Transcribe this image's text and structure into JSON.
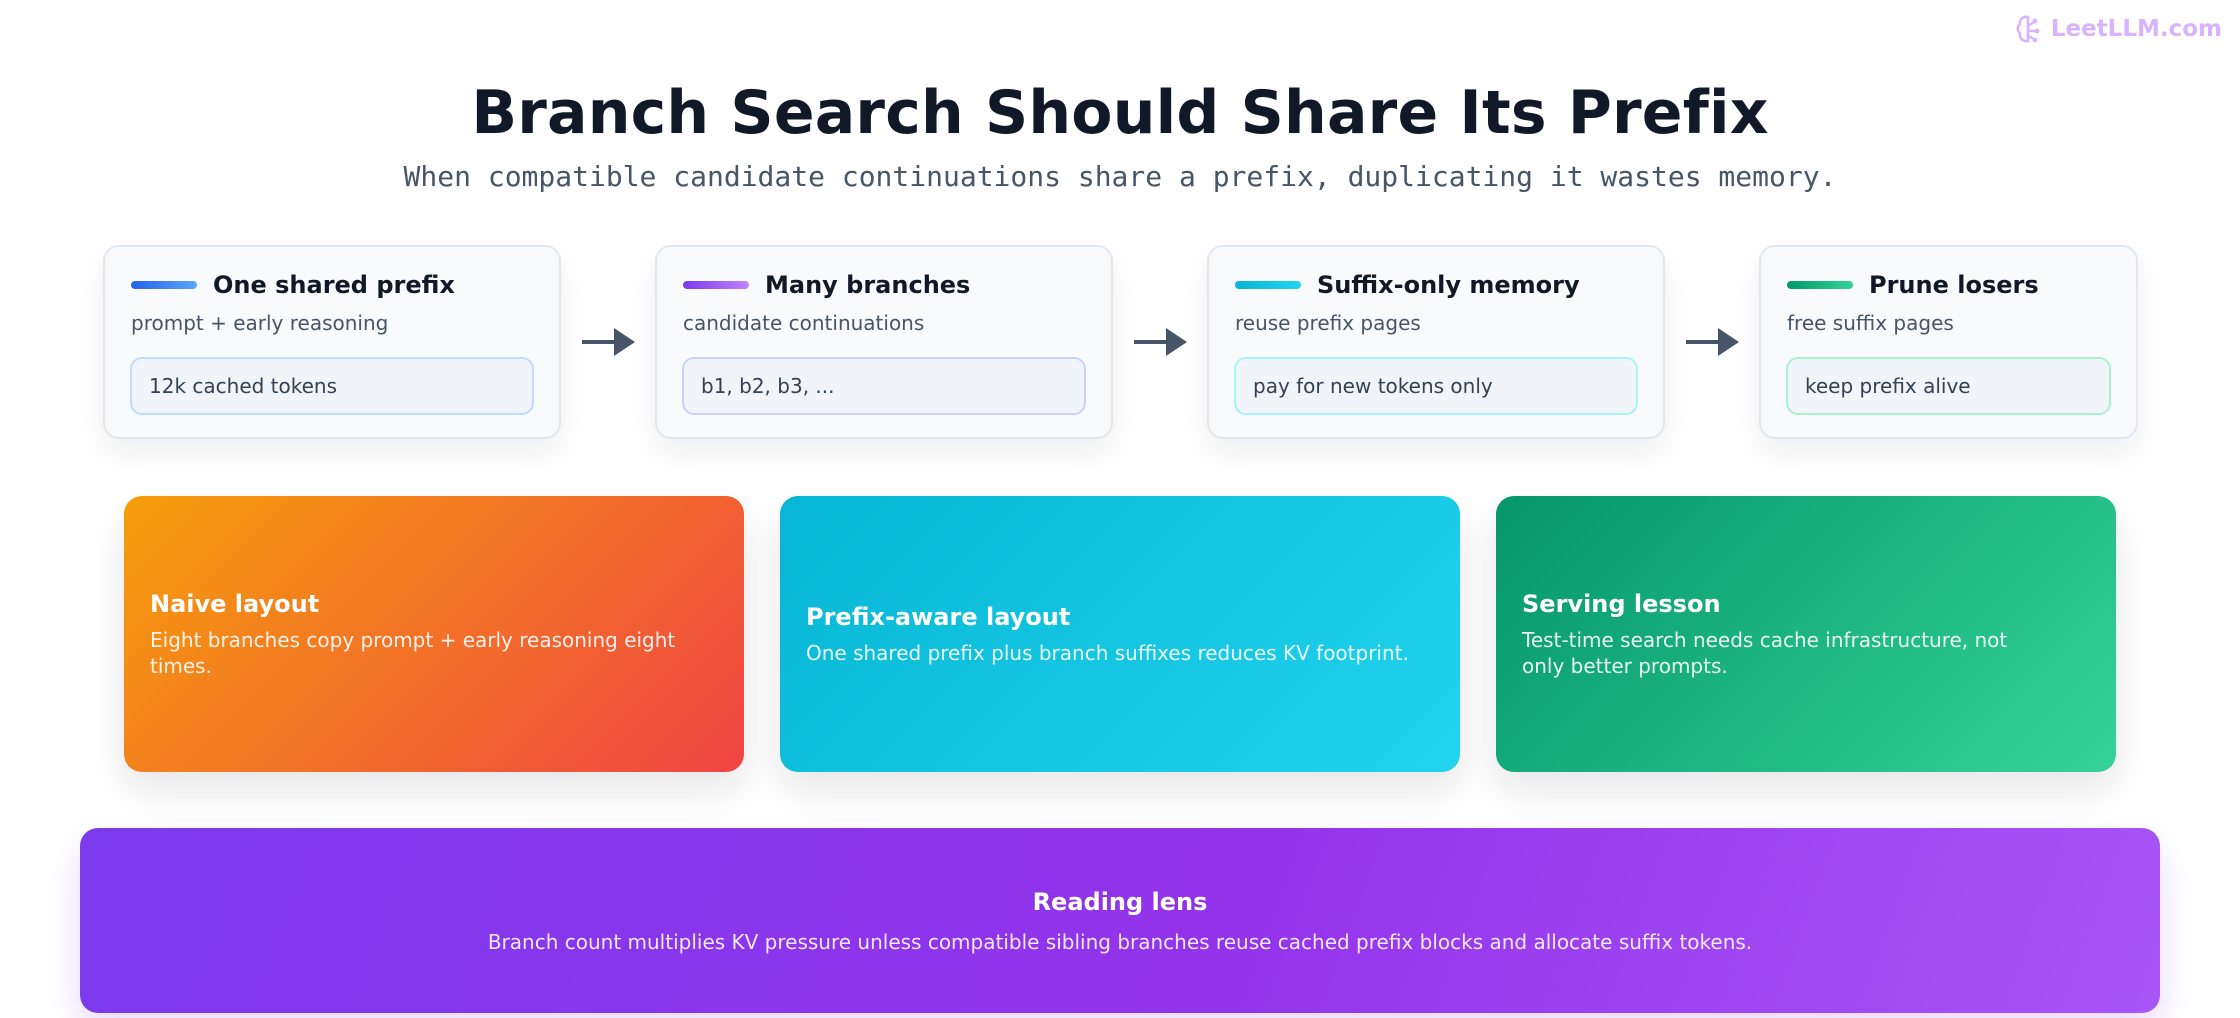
{
  "brand": {
    "name": "LeetLLM.com",
    "icon": "brain-icon",
    "color": "#d8b4fe"
  },
  "header": {
    "title": "Branch Search Should Share Its Prefix",
    "subtitle": "When compatible candidate continuations share a prefix, duplicating it wastes memory."
  },
  "steps": [
    {
      "title": "One shared prefix",
      "description": "prompt + early reasoning",
      "chip": "12k cached tokens",
      "accent": [
        "#2563eb",
        "#60a5fa"
      ],
      "chip_border": "#bfdbfe"
    },
    {
      "title": "Many branches",
      "description": "candidate continuations",
      "chip": "b1, b2, b3, ...",
      "accent": [
        "#7c3aed",
        "#c084fc"
      ],
      "chip_border": "#c7d2fe"
    },
    {
      "title": "Suffix-only memory",
      "description": "reuse prefix pages",
      "chip": "pay for new tokens only",
      "accent": [
        "#06b6d4",
        "#22d3ee"
      ],
      "chip_border": "#a5f3fc"
    },
    {
      "title": "Prune losers",
      "description": "free suffix pages",
      "chip": "keep prefix alive",
      "accent": [
        "#059669",
        "#34d399"
      ],
      "chip_border": "#a7f3d0"
    }
  ],
  "arrow_color": "#475569",
  "panels": [
    {
      "title": "Naive layout",
      "text": "Eight branches copy prompt + early reasoning eight times.",
      "gradient": [
        "#f59e0b",
        "#ef4444"
      ]
    },
    {
      "title": "Prefix-aware layout",
      "text": "One shared prefix plus branch suffixes reduces KV footprint.",
      "gradient": [
        "#06b6d4",
        "#22d3ee"
      ]
    },
    {
      "title": "Serving lesson",
      "text": "Test-time search needs cache infrastructure, not only better prompts.",
      "gradient": [
        "#059669",
        "#34d399"
      ]
    }
  ],
  "reading_lens": {
    "title": "Reading lens",
    "text": "Branch count multiplies KV pressure unless compatible sibling branches reuse cached prefix blocks and allocate suffix tokens.",
    "gradient": [
      "#7c3aed",
      "#a855f7"
    ]
  }
}
